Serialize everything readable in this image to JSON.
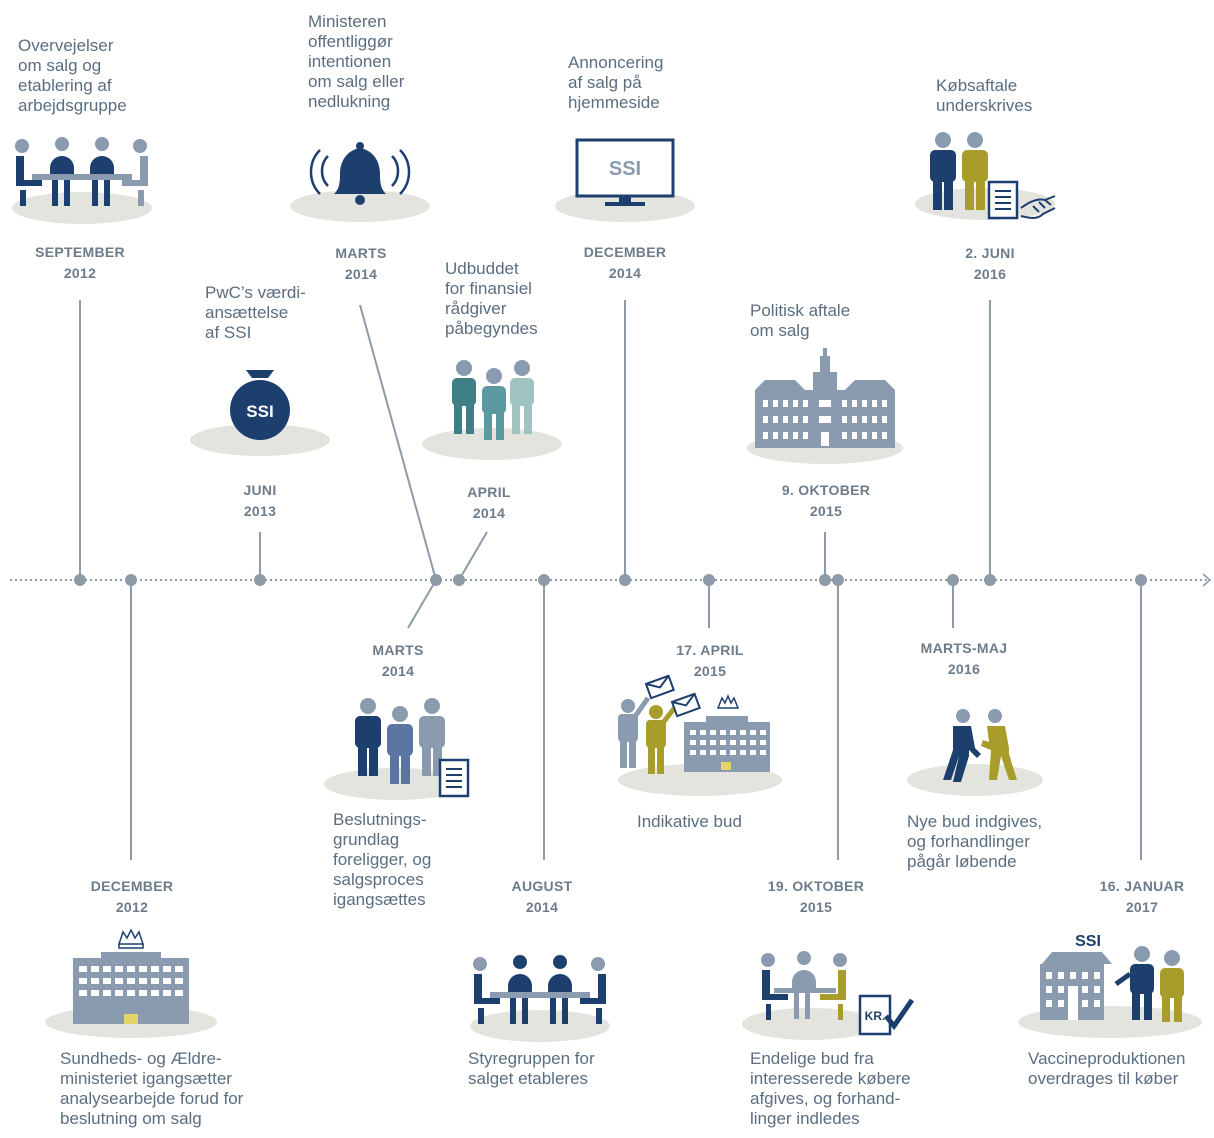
{
  "timeline": {
    "events": [
      {
        "id": "e1",
        "date": "SEPTEMBER\n2012",
        "text": "Overvejelser\nom salg og\netablering af\narbejdsgruppe",
        "icon": "meeting-table-icon"
      },
      {
        "id": "e2",
        "date": "JUNI\n2013",
        "text": "PwC’s værdi-\nansættelse\naf SSI",
        "icon": "money-bag-icon"
      },
      {
        "id": "e3",
        "date": "MARTS\n2014",
        "text": "Ministeren\noffentliggør\nintentionen\nom salg eller\nnedlukning",
        "icon": "bell-icon"
      },
      {
        "id": "e4",
        "date": "APRIL\n2014",
        "text": "Udbuddet\nfor finansiel\nrådgiver\npåbegyndes",
        "icon": "three-people-icon"
      },
      {
        "id": "e5",
        "date": "DECEMBER\n2014",
        "text": "Annoncering\naf salg på\nhjemmeside",
        "icon": "monitor-icon"
      },
      {
        "id": "e6",
        "date": "9. OKTOBER\n2015",
        "text": "Politisk aftale\nom salg",
        "icon": "parliament-building-icon"
      },
      {
        "id": "e7",
        "date": "2. JUNI\n2016",
        "text": "Købsaftale\nunderskrives",
        "icon": "contract-handshake-icon"
      },
      {
        "id": "e8",
        "date": "DECEMBER\n2012",
        "text": "Sundheds- og Ældre-\nministeriet igangsætter\nanalysearbejde forud for\nbeslutning om salg",
        "icon": "ministry-building-icon"
      },
      {
        "id": "e9",
        "date": "MARTS\n2014",
        "text": "Beslutnings-\ngrundlag\nforeligger, og\nsalgsproces\nigangsættes",
        "icon": "people-document-icon"
      },
      {
        "id": "e10",
        "date": "AUGUST\n2014",
        "text": "Styregruppen for\nsalget etableres",
        "icon": "meeting-table-icon"
      },
      {
        "id": "e11",
        "date": "17. APRIL\n2015",
        "text": "Indikative bud",
        "icon": "bids-envelopes-icon"
      },
      {
        "id": "e12",
        "date": "19. OKTOBER\n2015",
        "text": "Endelige bud fra\ninteresserede købere\nafgives, og forhand-\nlinger indledes",
        "icon": "meeting-kr-check-icon"
      },
      {
        "id": "e13",
        "date": "MARTS-MAJ\n2016",
        "text": "Nye bud indgives,\nog forhandlinger\npågår løbende",
        "icon": "handover-people-icon"
      },
      {
        "id": "e14",
        "date": "16. JANUAR\n2017",
        "text": "Vaccineproduktionen\noverdrages til køber",
        "icon": "ssi-building-people-icon"
      }
    ],
    "icon_labels": {
      "ssi_monitor": "SSI",
      "ssi_bag": "SSI",
      "ssi_building": "SSI",
      "kr": "KR."
    }
  },
  "colors": {
    "navy": "#1c3f6e",
    "slate": "#8a9bb0",
    "teal": "#3f7f86",
    "olive": "#a89d2a",
    "oval": "#e4e4df",
    "line": "#8d9aa8",
    "date_text": "#6d7c8b",
    "body_text": "#5b6e80"
  }
}
